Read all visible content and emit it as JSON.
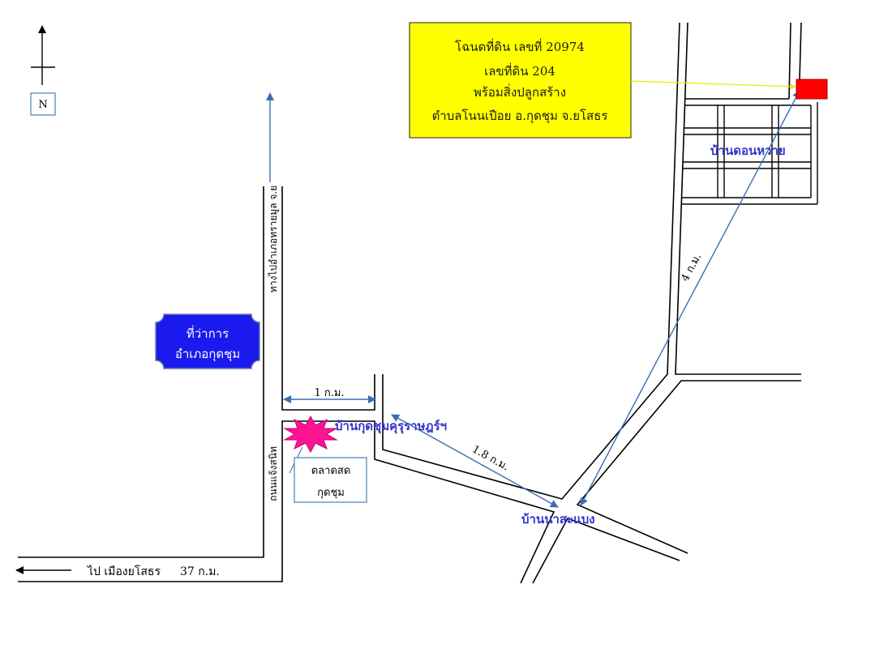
{
  "map": {
    "compass": {
      "icon": "north-arrow-icon",
      "label": "N"
    },
    "property_box": {
      "line1": "โฉนดที่ดิน เลขที่ 20974",
      "line2": "เลขที่ดิน 204",
      "line3": "พร้อมสิ่งปลูกสร้าง",
      "line4": "ตำบลโนนเปือย อ.กุดชุม จ.ยโสธร"
    },
    "landmarks": {
      "district_office": {
        "line1": "ที่ว่าการ",
        "line2": "อำเภอกุดชุม"
      },
      "market": {
        "icon": "starburst-icon",
        "line1": "ตลาดสด",
        "line2": "กุดชุม"
      }
    },
    "villages": {
      "kut_chum_khuru": "บ้านกุดชุมคุรุราษฎร์ฯ",
      "na_sabaeng": "บ้านนาสะแบง",
      "don_wai": "บ้านดอนหวาย"
    },
    "road_labels": {
      "north_road": "ทางไปอำเภอทรายมูล จ.ย",
      "main_road": "ถนนแจ้งสนิท",
      "to_yasothon": "ไป เมืองยโสธร",
      "to_yasothon_distance": "37 ก.ม."
    },
    "distances": {
      "office_to_khuru": "1 ก.ม.",
      "khuru_to_na_sabaeng": "1.8 ก.ม.",
      "na_sabaeng_to_don_wai": "4 ก.ม."
    }
  },
  "colors": {
    "road": "#000000",
    "property_box_fill": "#ffff00",
    "property_marker": "#ff0000",
    "pointer_line": "#e8e800",
    "district_office_fill": "#1a1aee",
    "village_label": "#3333cc",
    "distance_arrow": "#3a6fb0",
    "market_marker": "#ff1493"
  }
}
